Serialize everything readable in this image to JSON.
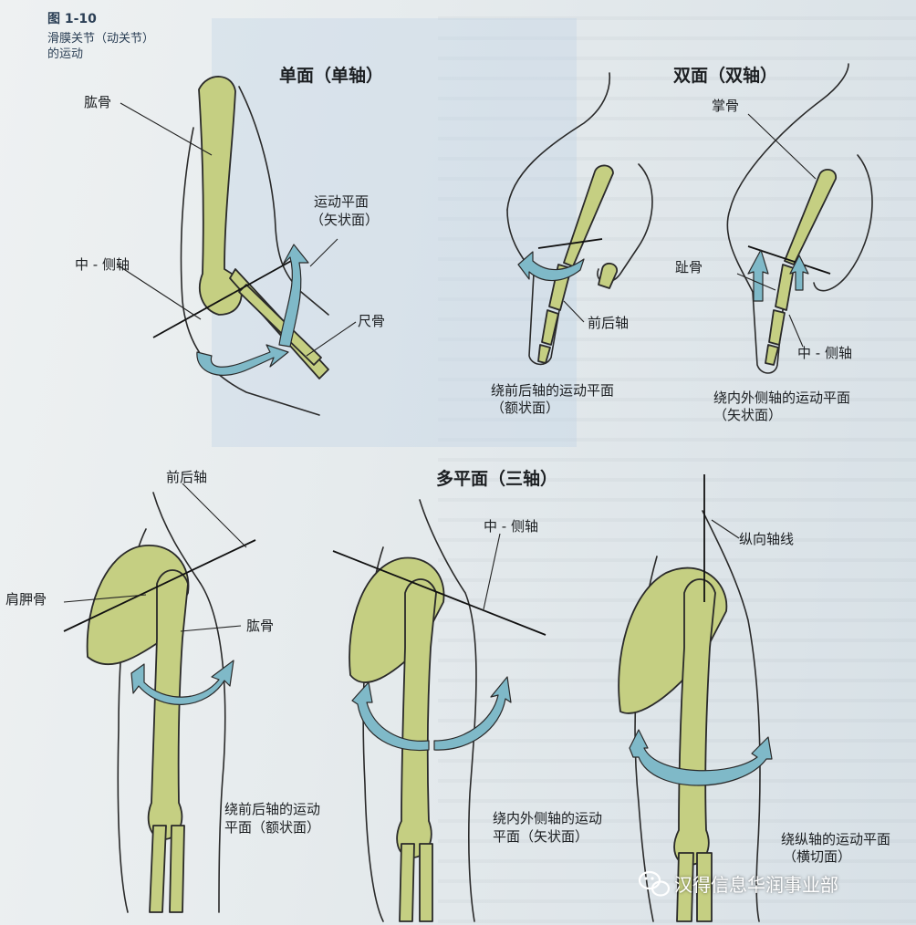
{
  "figure": {
    "number": "图 1-10",
    "caption_line1": "滑膜关节（动关节）",
    "caption_line2": "的运动"
  },
  "sections": {
    "uniaxial": "单面（单轴）",
    "biaxial": "双面（双轴）",
    "triaxial": "多平面（三轴）"
  },
  "labels": {
    "humerus_top": "肱骨",
    "motion_plane_1": "运动平面",
    "motion_plane_2": "（矢状面）",
    "med_lat_axis_top": "中 - 侧轴",
    "ulna": "尺骨",
    "metacarpal": "掌骨",
    "phalanx": "趾骨",
    "ap_axis_hand": "前后轴",
    "med_lat_axis_hand": "中 - 侧轴",
    "hand1_caption_1": "绕前后轴的运动平面",
    "hand1_caption_2": "（额状面）",
    "hand2_caption_1": "绕内外侧轴的运动平面",
    "hand2_caption_2": "（矢状面）",
    "ap_axis_shoulder": "前后轴",
    "scapula": "肩胛骨",
    "humerus_shoulder": "肱骨",
    "med_lat_axis_shoulder": "中 - 侧轴",
    "longitudinal_axis": "纵向轴线",
    "sh1_caption_1": "绕前后轴的运动",
    "sh1_caption_2": "平面（额状面）",
    "sh2_caption_1": "绕内外侧轴的运动",
    "sh2_caption_2": "平面（矢状面）",
    "sh3_caption_1": "绕纵轴的运动平面",
    "sh3_caption_2": "（横切面）"
  },
  "watermark": {
    "text": "汉得信息华润事业部",
    "icon": "wechat-icon"
  },
  "colors": {
    "bone": "#c5cf82",
    "arrow": "#7fb9c8",
    "outline": "#2a2a2a",
    "caption_blue": "#2b3f55"
  }
}
